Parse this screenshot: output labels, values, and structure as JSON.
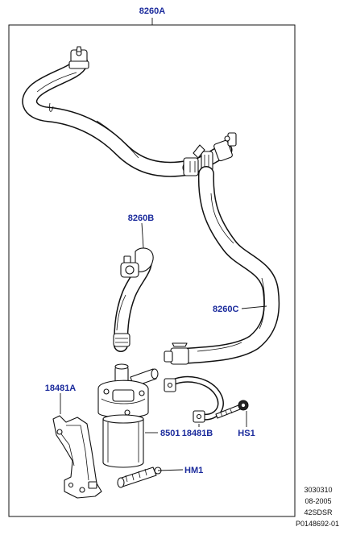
{
  "callouts": {
    "hose_assembly": "8260A",
    "hose_upper": "8260B",
    "hose_lower": "8260C",
    "bracket": "18481A",
    "clamp": "18481B",
    "pump": "8501",
    "bolt": "HS1",
    "anchor": "HM1"
  },
  "meta": {
    "ref_number": "3030310",
    "date": "08-2005",
    "model_code": "42SDSR",
    "illustration_id": "P0148692-01"
  },
  "colors": {
    "callout_text": "#1a2a9c",
    "line_art": "#111111",
    "background": "#ffffff"
  }
}
